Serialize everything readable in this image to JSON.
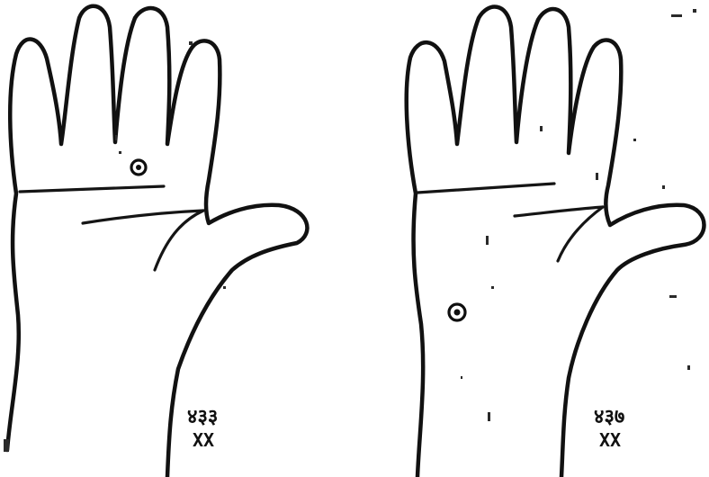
{
  "figures": [
    {
      "id": "left-hand",
      "label_top": "४३३",
      "label_bottom": "XX"
    },
    {
      "id": "right-hand",
      "label_top": "४३७",
      "label_bottom": "XX"
    }
  ],
  "colors": {
    "ink": "#111111",
    "paper": "#ffffff"
  }
}
